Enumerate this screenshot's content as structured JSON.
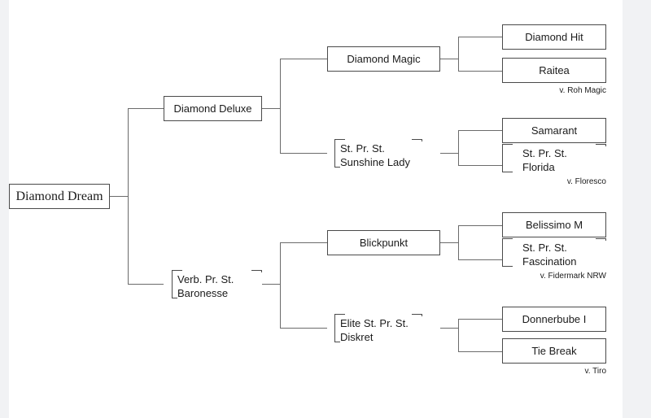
{
  "chart": {
    "type": "pedigree-tree",
    "title": "Diamond Dream pedigree",
    "generations": 4,
    "root": {
      "name": "Diamond Dream"
    },
    "gen2": [
      {
        "name": "Diamond Deluxe"
      },
      {
        "name": "Verb. Pr. St. Baronesse",
        "line1": "Verb. Pr. St.",
        "line2": "Baronesse"
      }
    ],
    "gen3": [
      {
        "name": "Diamond Magic"
      },
      {
        "name": "St. Pr. St. Sunshine Lady",
        "line1": "St. Pr. St.",
        "line2": "Sunshine Lady"
      },
      {
        "name": "Blickpunkt"
      },
      {
        "name": "Elite St. Pr. St. Diskret",
        "line1": "Elite St. Pr. St.",
        "line2": "Diskret"
      }
    ],
    "gen4": [
      {
        "sire": "Diamond Hit",
        "dam": "Raitea",
        "caption": "v. Roh Magic"
      },
      {
        "sire": "Samarant",
        "dam": "St. Pr. St. Florida",
        "dam_line1": "St. Pr. St.",
        "dam_line2": "Florida",
        "caption": "v. Floresco"
      },
      {
        "sire": "Belissimo M",
        "dam": "St. Pr. St. Fascination",
        "dam_line1": "St. Pr. St.",
        "dam_line2": "Fascination",
        "caption": "v. Fidermark NRW"
      },
      {
        "sire": "Donnerbube I",
        "dam": "Tie Break",
        "caption": "v. Tiro"
      }
    ],
    "colors": {
      "page_background": "#f1f2f4",
      "canvas": "#ffffff",
      "box_border": "#4a4a4a",
      "connector": "#6b6b6b",
      "text": "#1b1b1b"
    }
  }
}
